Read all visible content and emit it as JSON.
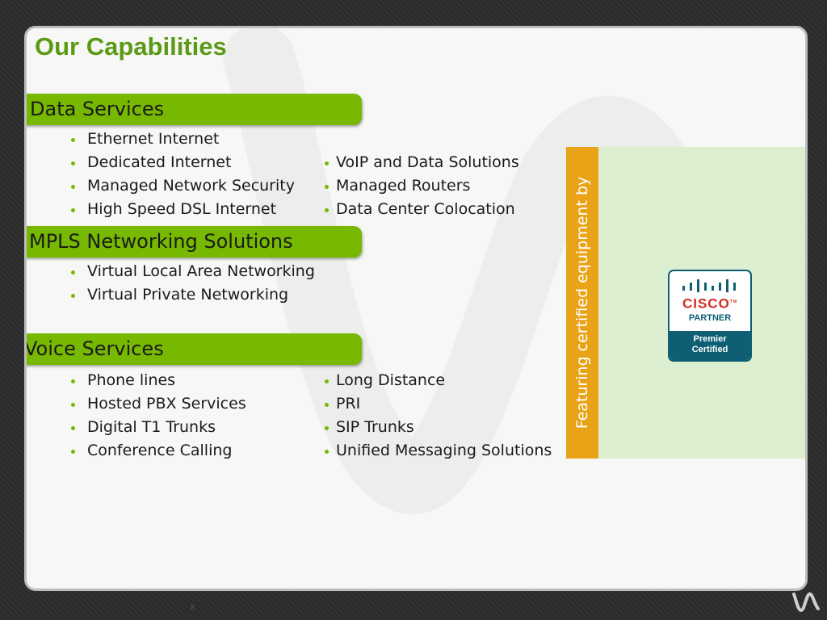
{
  "slide": {
    "title": "Our Capabilities",
    "sections": [
      {
        "heading": "Data Services",
        "left_items": [
          "Ethernet Internet",
          "Dedicated Internet",
          "Managed Network Security",
          "High Speed DSL Internet"
        ],
        "right_items": [
          "VoIP and Data Solutions",
          "Managed Routers",
          "Data Center Colocation"
        ]
      },
      {
        "heading": "MPLS Networking Solutions",
        "left_items": [
          "Virtual Local Area Networking",
          "Virtual Private Networking"
        ]
      },
      {
        "heading": "Voice Services",
        "left_items": [
          "Phone lines",
          "Hosted PBX Services",
          "Digital T1 Trunks",
          "Conference Calling"
        ],
        "right_items": [
          "Long Distance",
          "PRI",
          "SIP Trunks",
          "Unified Messaging Solutions"
        ]
      }
    ],
    "sidebar": {
      "vertical_text": "Featuring certified equipment by",
      "badge": {
        "brand": "CISCO",
        "trademark": "TM",
        "tier": "PARTNER",
        "cert_line1": "Premier",
        "cert_line2": "Certified"
      }
    },
    "page_number": "8"
  },
  "colors": {
    "title_green": "#5a9a17",
    "band_green": "#77b900",
    "gold": "#e8a317",
    "panel_green": "#dcefd0",
    "cisco_red": "#d52b1e",
    "cisco_teal": "#0e5f73"
  }
}
